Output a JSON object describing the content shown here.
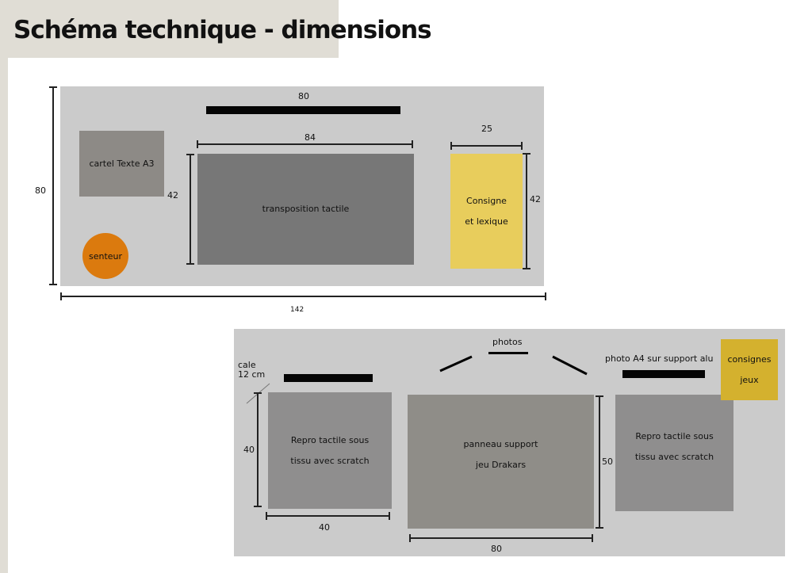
{
  "title": "Schéma technique - dimensions",
  "top_layout": {
    "bar_label": "80",
    "width_84": "84",
    "width_25": "25",
    "height_42_left": "42",
    "height_42_right": "42",
    "total_height": "80",
    "total_width": "142",
    "cartel": "cartel Texte A3",
    "transposition": "transposition tactile",
    "consigne_line1": "Consigne",
    "consigne_line2": "et lexique",
    "senteur": "senteur",
    "colors": {
      "panel": "#cbcbcb",
      "cartel": "#8d8a86",
      "transposition": "#777777",
      "consigne": "#e8cd5c",
      "senteur": "#db7a0e"
    }
  },
  "bottom_layout": {
    "photos": "photos",
    "cale_line1": "cale",
    "cale_line2": "12 cm",
    "photo_a4": "photo A4 sur support alu",
    "consignes_line1": "consignes",
    "consignes_line2": "jeux",
    "repro_line1": "Repro tactile sous",
    "repro_line2": "tissu avec scratch",
    "panneau_line1": "panneau support",
    "panneau_line2": "jeu Drakars",
    "repro_height": "40",
    "repro_width": "40",
    "panneau_height": "50",
    "panneau_width": "80",
    "colors": {
      "panel": "#cbcbcb",
      "repro": "#8f8e8e",
      "panneau": "#8f8d88",
      "consignes": "#d4b12e"
    }
  }
}
